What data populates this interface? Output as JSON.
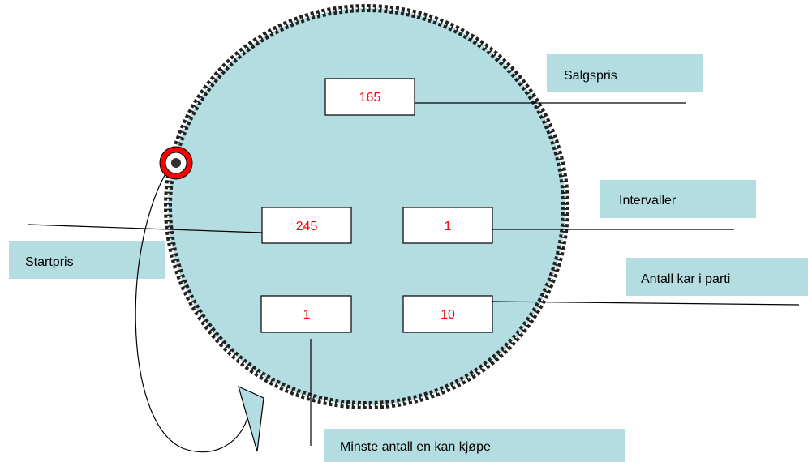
{
  "colors": {
    "dial_fill": "#b4dde2",
    "dial_border": "#222222",
    "label_fill": "#b4dde2",
    "value_text": "#ff0000",
    "knob": "#ff0000"
  },
  "values": {
    "salgspris": "165",
    "startpris": "245",
    "intervaller": "1",
    "minste_antall": "1",
    "antall_kar": "10"
  },
  "labels": {
    "salgspris": "Salgspris",
    "intervaller": "Intervaller",
    "startpris": "Startpris",
    "antall_kar": "Antall kar i parti",
    "minste_antall": "Minste antall en kan kjøpe"
  }
}
